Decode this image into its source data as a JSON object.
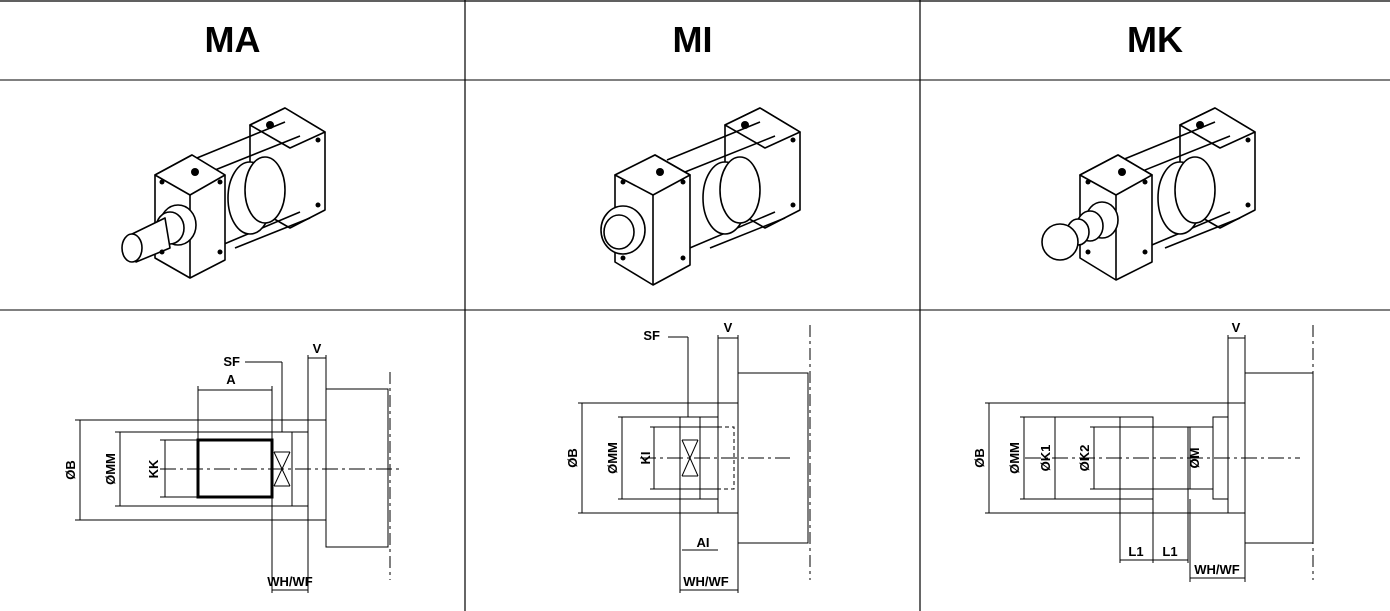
{
  "columns": [
    {
      "title": "MA",
      "labels": {
        "sf": "SF",
        "v": "V",
        "a": "A",
        "ob": "ØB",
        "omm": "ØMM",
        "kk": "KK",
        "whwf": "WH/WF"
      }
    },
    {
      "title": "MI",
      "labels": {
        "sf": "SF",
        "v": "V",
        "ob": "ØB",
        "omm": "ØMM",
        "ki": "KI",
        "ai": "AI",
        "whwf": "WH/WF"
      }
    },
    {
      "title": "MK",
      "labels": {
        "v": "V",
        "ob": "ØB",
        "omm": "ØMM",
        "ok1": "ØK1",
        "ok2": "ØK2",
        "om": "ØM",
        "l1a": "L1",
        "l1b": "L1",
        "whwf": "WH/WF"
      }
    }
  ]
}
